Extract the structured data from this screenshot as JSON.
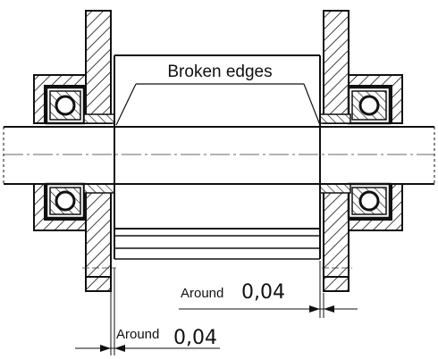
{
  "diagram": {
    "callout": {
      "text": "Broken edges"
    },
    "dimension_right": {
      "prefix": "Around",
      "value": "0,04"
    },
    "dimension_left": {
      "prefix": "Around",
      "value": "0,04"
    }
  }
}
